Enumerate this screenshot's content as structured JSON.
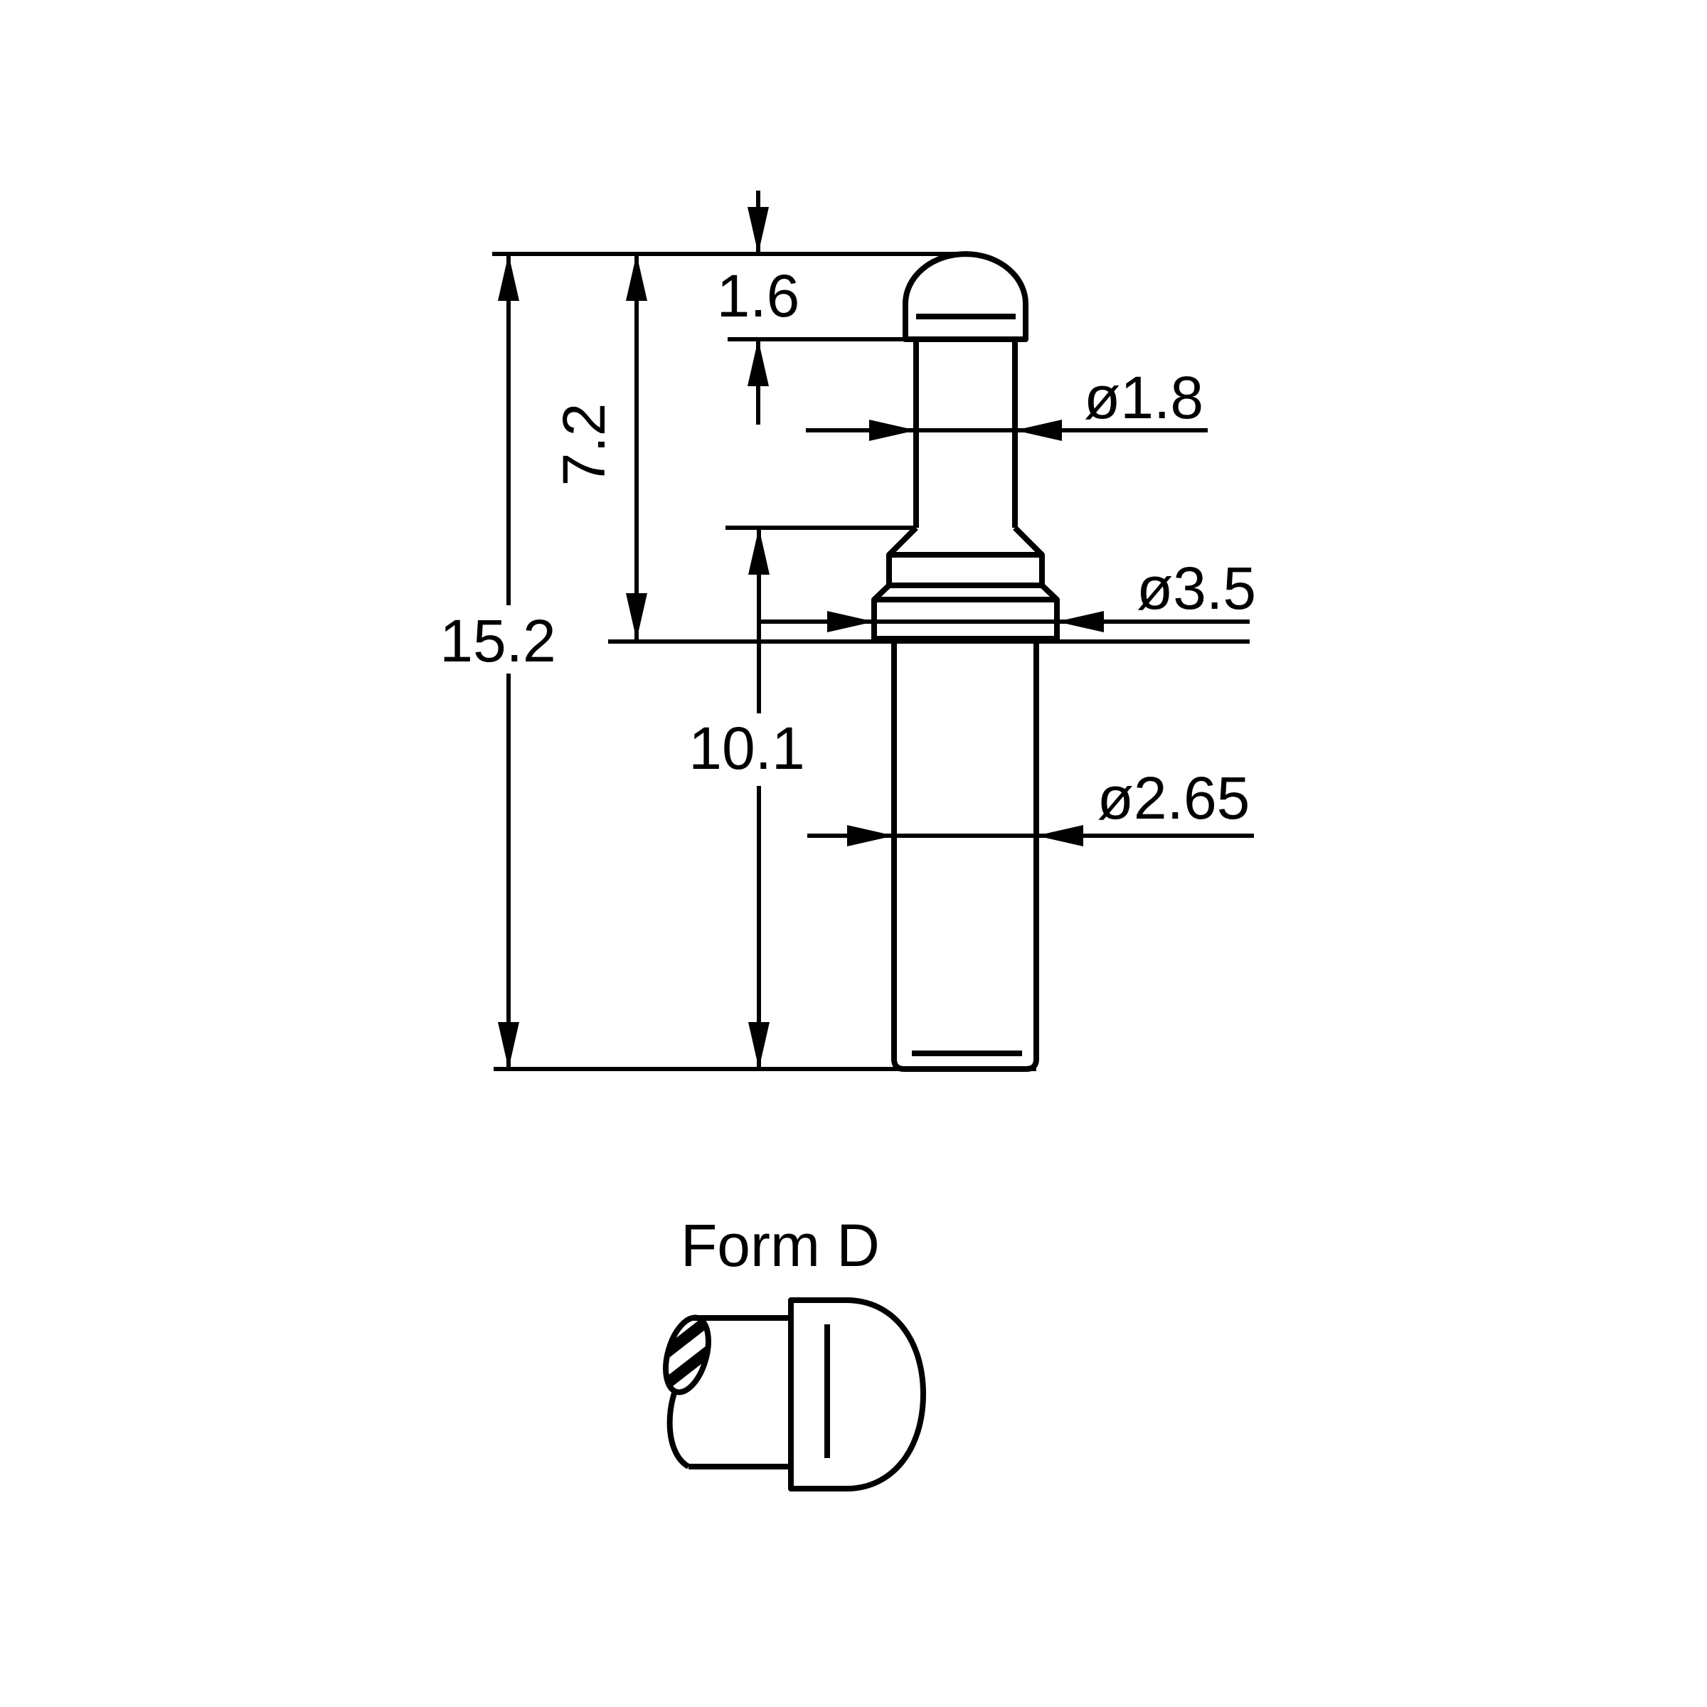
{
  "drawing": {
    "type": "technical-drawing",
    "line_color": "#000000",
    "background_color": "#ffffff",
    "view_label": "Form D",
    "dims": {
      "overall_height": "15.2",
      "upper_height": "7.2",
      "tip_height": "1.6",
      "lower_height": "10.1",
      "stem_diameter": "ø1.8",
      "flange_diameter": "ø3.5",
      "body_diameter": "ø2.65"
    },
    "dims_numeric": {
      "overall_height_mm": 15.2,
      "upper_height_mm": 7.2,
      "tip_height_mm": 1.6,
      "lower_height_mm": 10.1,
      "stem_diameter_mm": 1.8,
      "flange_diameter_mm": 3.5,
      "body_diameter_mm": 2.65
    }
  }
}
